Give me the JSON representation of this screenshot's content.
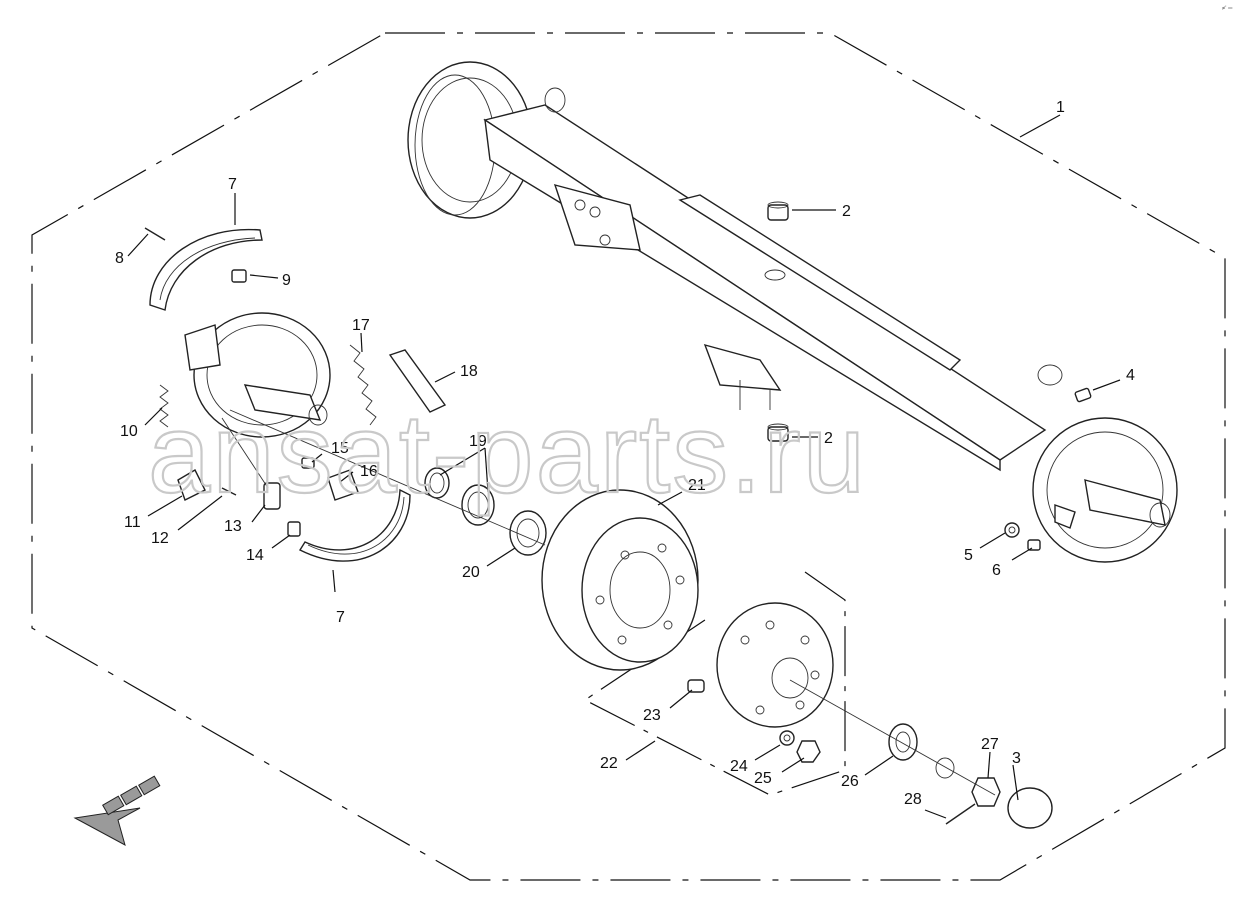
{
  "watermark": "ansat-parts.ru",
  "corner_mark": "≠' ═",
  "labels": {
    "l1": "1",
    "l2a": "2",
    "l2b": "2",
    "l3": "3",
    "l4": "4",
    "l5": "5",
    "l6": "6",
    "l7a": "7",
    "l7b": "7",
    "l8": "8",
    "l9": "9",
    "l10": "10",
    "l11": "11",
    "l12": "12",
    "l13": "13",
    "l14": "14",
    "l15": "15",
    "l16": "16",
    "l17": "17",
    "l18": "18",
    "l19": "19",
    "l20": "20",
    "l21": "21",
    "l22": "22",
    "l23": "23",
    "l24": "24",
    "l25": "25",
    "l26": "26",
    "l27": "27",
    "l28": "28"
  },
  "colors": {
    "line": "#111111",
    "watermark": "#c9c9c9",
    "arrow_fill": "#9a9a9a"
  }
}
